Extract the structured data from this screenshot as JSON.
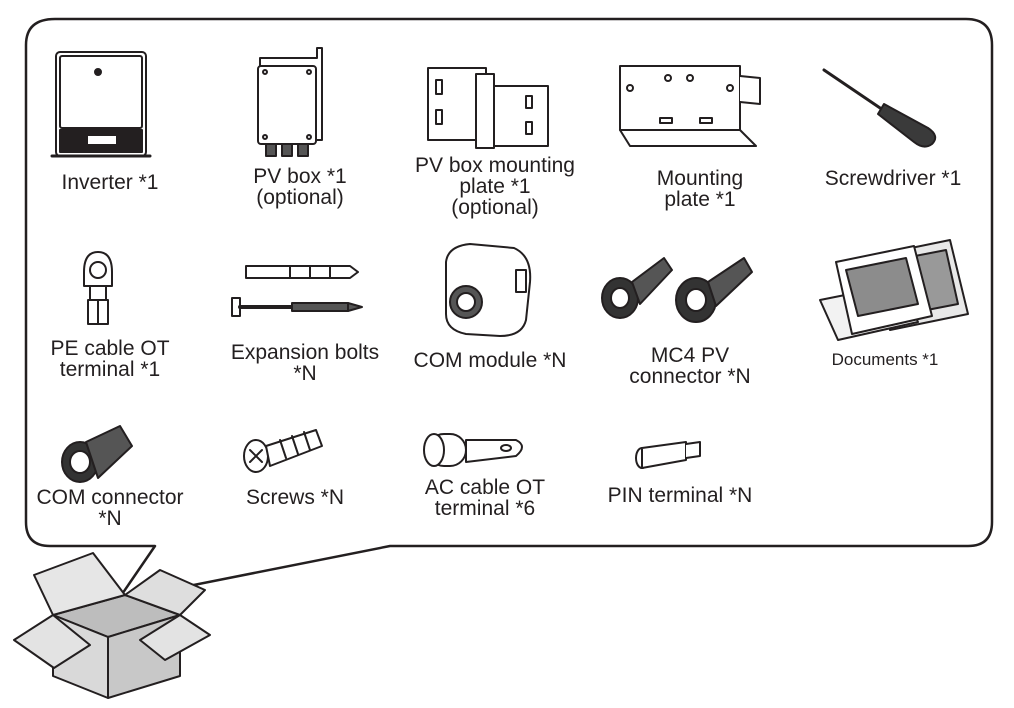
{
  "items": [
    {
      "id": "inverter",
      "lines": [
        "Inverter *1"
      ]
    },
    {
      "id": "pv-box",
      "lines": [
        "PV box *1",
        "(optional)"
      ]
    },
    {
      "id": "pv-box-mounting-plate",
      "lines": [
        "PV box mounting",
        "plate *1",
        "(optional)"
      ]
    },
    {
      "id": "mounting-plate",
      "lines": [
        "Mounting",
        "plate *1"
      ]
    },
    {
      "id": "screwdriver",
      "lines": [
        "Screwdriver *1"
      ]
    },
    {
      "id": "pe-cable-ot-terminal",
      "lines": [
        "PE cable OT",
        "terminal *1"
      ]
    },
    {
      "id": "expansion-bolts",
      "lines": [
        "Expansion bolts",
        "*N"
      ]
    },
    {
      "id": "com-module",
      "lines": [
        "COM module *N"
      ]
    },
    {
      "id": "mc4-pv-connector",
      "lines": [
        "MC4 PV",
        "connector *N"
      ]
    },
    {
      "id": "documents",
      "lines": [
        "Documents *1"
      ]
    },
    {
      "id": "com-connector",
      "lines": [
        "COM connector",
        "*N"
      ]
    },
    {
      "id": "screws",
      "lines": [
        "Screws *N"
      ]
    },
    {
      "id": "ac-cable-ot-terminal",
      "lines": [
        "AC cable OT",
        "terminal *6"
      ]
    },
    {
      "id": "pin-terminal",
      "lines": [
        "PIN terminal *N"
      ]
    }
  ],
  "colors": {
    "stroke": "#231f20",
    "box_face": "#d9d9d9",
    "box_side": "#c8c8c8",
    "doc_gray": "#8c8c8c",
    "connector_dark": "#2b2b2b"
  }
}
